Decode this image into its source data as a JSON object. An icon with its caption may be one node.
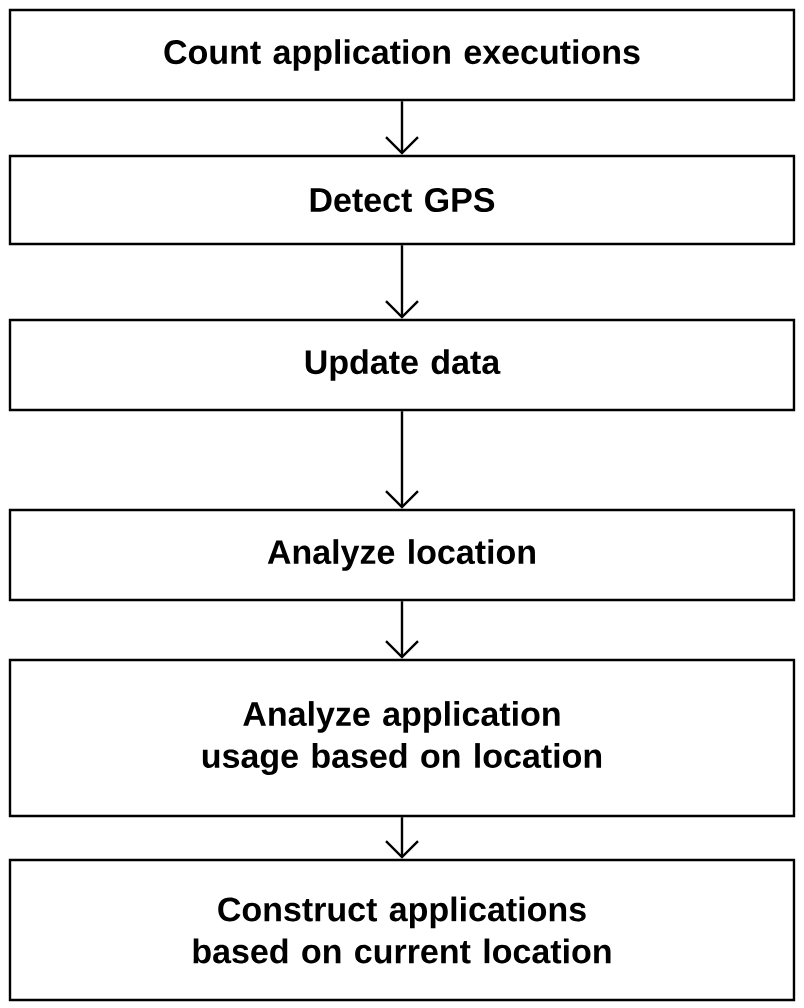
{
  "diagram": {
    "nodes": [
      {
        "text": [
          "Count application executions"
        ]
      },
      {
        "text": [
          "Detect GPS"
        ]
      },
      {
        "text": [
          "Update data"
        ]
      },
      {
        "text": [
          "Analyze location"
        ]
      },
      {
        "text": [
          "Analyze application usage based on location"
        ]
      },
      {
        "text": [
          "Construct applications based on current location"
        ]
      }
    ],
    "edges": [
      {
        "from": 0,
        "to": 1,
        "arrow": "to"
      },
      {
        "from": 1,
        "to": 2,
        "arrow": "to"
      },
      {
        "from": 2,
        "to": 3,
        "arrow": "to"
      },
      {
        "from": 3,
        "to": 4,
        "arrow": "to"
      },
      {
        "from": 4,
        "to": 5,
        "arrow": "to"
      }
    ]
  }
}
